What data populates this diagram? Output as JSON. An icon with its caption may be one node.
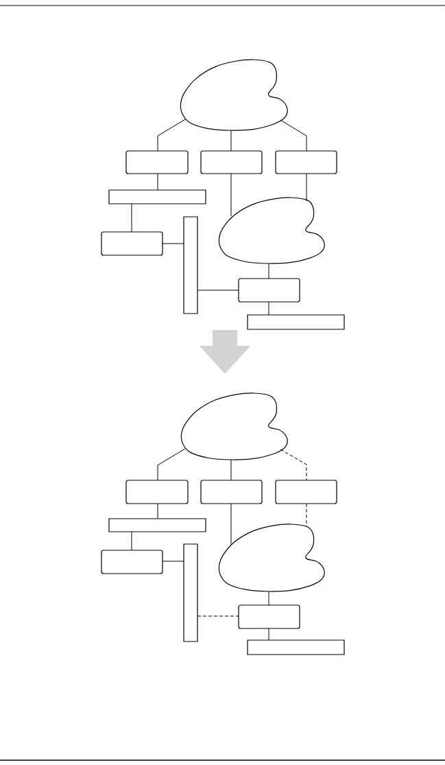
{
  "diagram": {
    "nodes": [
      {
        "text": [],
        "shape": "picture"
      },
      {
        "text": [],
        "shape": "blob",
        "in": 0
      },
      {
        "text": [],
        "shape": "box",
        "in": 0
      },
      {
        "text": [],
        "shape": "box",
        "in": 0
      },
      {
        "text": [],
        "shape": "box",
        "in": 0
      },
      {
        "text": [],
        "shape": "bar",
        "in": 0
      },
      {
        "text": [],
        "shape": "box",
        "in": 0
      },
      {
        "text": [],
        "shape": "bar",
        "in": 0
      },
      {
        "text": [],
        "shape": "blob",
        "in": 0
      },
      {
        "text": [],
        "shape": "box",
        "in": 0
      },
      {
        "text": [],
        "shape": "bar",
        "in": 0
      },
      {
        "text": [],
        "shape": "picture"
      },
      {
        "text": [],
        "shape": "blob",
        "in": 11
      },
      {
        "text": [],
        "shape": "box",
        "in": 11
      },
      {
        "text": [],
        "shape": "box",
        "in": 11
      },
      {
        "text": [],
        "shape": "box",
        "in": 11
      },
      {
        "text": [],
        "shape": "bar",
        "in": 11
      },
      {
        "text": [],
        "shape": "box",
        "in": 11
      },
      {
        "text": [],
        "shape": "bar",
        "in": 11
      },
      {
        "text": [],
        "shape": "blob",
        "in": 11
      },
      {
        "text": [],
        "shape": "box",
        "in": 11
      },
      {
        "text": [],
        "shape": "bar",
        "in": 11
      }
    ],
    "edges": [
      {
        "from": 1,
        "to": 2,
        "arrow": "none"
      },
      {
        "from": 1,
        "to": 3,
        "arrow": "none"
      },
      {
        "from": 1,
        "to": 4,
        "arrow": "none"
      },
      {
        "from": 2,
        "to": 5,
        "arrow": "none"
      },
      {
        "from": 3,
        "to": 8,
        "arrow": "none"
      },
      {
        "from": 4,
        "to": 8,
        "arrow": "none"
      },
      {
        "from": 5,
        "to": 6,
        "arrow": "none"
      },
      {
        "from": 6,
        "to": 7,
        "arrow": "none"
      },
      {
        "from": 8,
        "to": 9,
        "arrow": "none"
      },
      {
        "from": 7,
        "to": 9,
        "arrow": "none"
      },
      {
        "from": 9,
        "to": 10,
        "arrow": "none"
      },
      {
        "from": 12,
        "to": 13,
        "arrow": "none"
      },
      {
        "from": 12,
        "to": 14,
        "arrow": "none"
      },
      {
        "from": 12,
        "to": 15,
        "arrow": "none",
        "style": "dashed"
      },
      {
        "from": 13,
        "to": 16,
        "arrow": "none"
      },
      {
        "from": 14,
        "to": 19,
        "arrow": "none"
      },
      {
        "from": 15,
        "to": 19,
        "arrow": "none",
        "style": "dashed"
      },
      {
        "from": 16,
        "to": 17,
        "arrow": "none"
      },
      {
        "from": 17,
        "to": 18,
        "arrow": "none"
      },
      {
        "from": 19,
        "to": 20,
        "arrow": "none"
      },
      {
        "from": 18,
        "to": 20,
        "arrow": "none",
        "style": "dashed"
      },
      {
        "from": 20,
        "to": 21,
        "arrow": "none"
      },
      {
        "from": 0,
        "to": 11,
        "arrow": "to",
        "style": "thick",
        "color": "#d3d3d3"
      }
    ]
  }
}
